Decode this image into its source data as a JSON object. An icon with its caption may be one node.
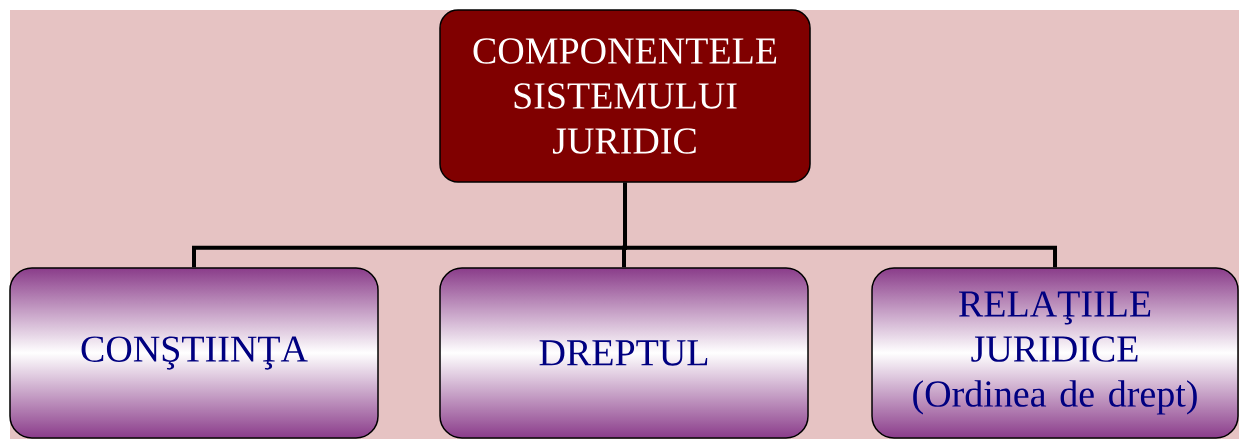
{
  "diagram": {
    "nodes": [
      {
        "text": [
          "COMPONENTELE SISTEMULUI JURIDIC"
        ]
      },
      {
        "text": [
          "CONŞTIINŢA"
        ]
      },
      {
        "text": [
          "DREPTUL"
        ]
      },
      {
        "text": [
          "RELAŢIILE JURIDICE",
          "(Ordinea de drept)"
        ]
      }
    ],
    "edges": [
      {
        "from": 0,
        "to": 1,
        "arrow": "none"
      },
      {
        "from": 0,
        "to": 2,
        "arrow": "none"
      },
      {
        "from": 0,
        "to": 3,
        "arrow": "none"
      }
    ]
  }
}
